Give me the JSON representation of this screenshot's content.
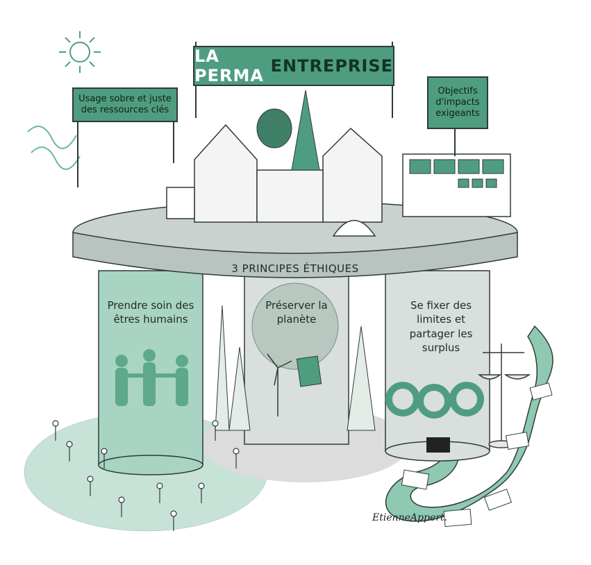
{
  "title": {
    "part1": "LA PERMA",
    "part2": "ENTREPRISE"
  },
  "signs": {
    "left": "Usage sobre et juste des ressources clés",
    "right": "Objectifs d'impacts exigeants"
  },
  "band_label": "3 PRINCIPES ÉTHIQUES",
  "pillars": [
    {
      "label": "Prendre soin des êtres humains"
    },
    {
      "label": "Préserver la planète"
    },
    {
      "label": "Se fixer des limites et partager les surplus"
    }
  ],
  "signature": "EtienneAppert.",
  "colors": {
    "accent": "#4f9d80",
    "accent_light": "#a9d4c3",
    "platform": "#c9d2ce",
    "pillar": "#d9dfdc",
    "ink": "#2f3a35"
  },
  "icons": [
    "sun-icon",
    "recycle-arrows-icon",
    "balance-scale-icon",
    "globe-icon",
    "wind-turbine-icon",
    "solar-panel-icon",
    "igloo-icon",
    "banknote-icon"
  ]
}
